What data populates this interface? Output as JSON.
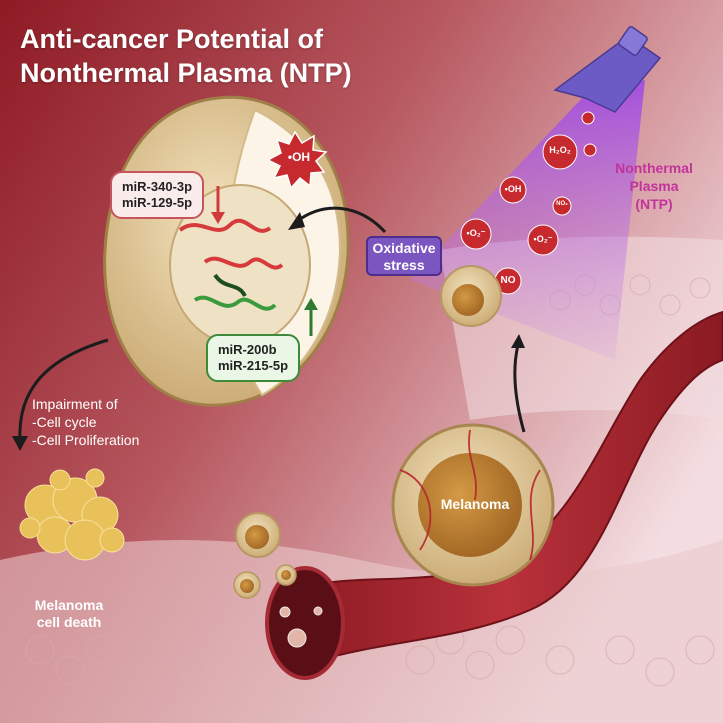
{
  "title": {
    "line1": "Anti-cancer Potential of",
    "line2": "Nonthermal Plasma (NTP)"
  },
  "labels": {
    "ntp_line1": "Nonthermal",
    "ntp_line2": "Plasma",
    "ntp_line3": "(NTP)",
    "oxidative_line1": "Oxidative",
    "oxidative_line2": "stress",
    "impairment_line1": "Impairment of",
    "impairment_line2": "-Cell cycle",
    "impairment_line3": "-Cell Proliferation",
    "death_line1": "Melanoma",
    "death_line2": "cell death",
    "melanoma": "Melanoma"
  },
  "mirna_down": {
    "line1": "miR-340-3p",
    "line2": "miR-129-5p"
  },
  "mirna_up": {
    "line1": "miR-200b",
    "line2": "miR-215-5p"
  },
  "ros": {
    "oh_large": "•OH",
    "h2o2": "H₂O₂",
    "oh_small": "•OH",
    "o2_minus_a": "•O₂⁻",
    "o2_minus_b": "•O₂⁻",
    "no": "NO",
    "no2": "NO₂"
  },
  "colors": {
    "background_dark": "#8e1a24",
    "background_light": "#f3dde0",
    "ntp_purple": "#7b56c0",
    "ntp_label": "#c2339b",
    "ros_red": "#c72a2e",
    "downregulated_arrow": "#d13a3a",
    "upregulated_arrow": "#2e7a2e",
    "vessel_red": "#a3212b",
    "cell_beige": "#e8d2a6",
    "nucleus_brown": "#b4792a"
  },
  "icons": [
    "plasma-nozzle-icon",
    "tumor-cell-icon",
    "blood-vessel-icon",
    "ros-burst-icon",
    "rna-strand-icon"
  ]
}
